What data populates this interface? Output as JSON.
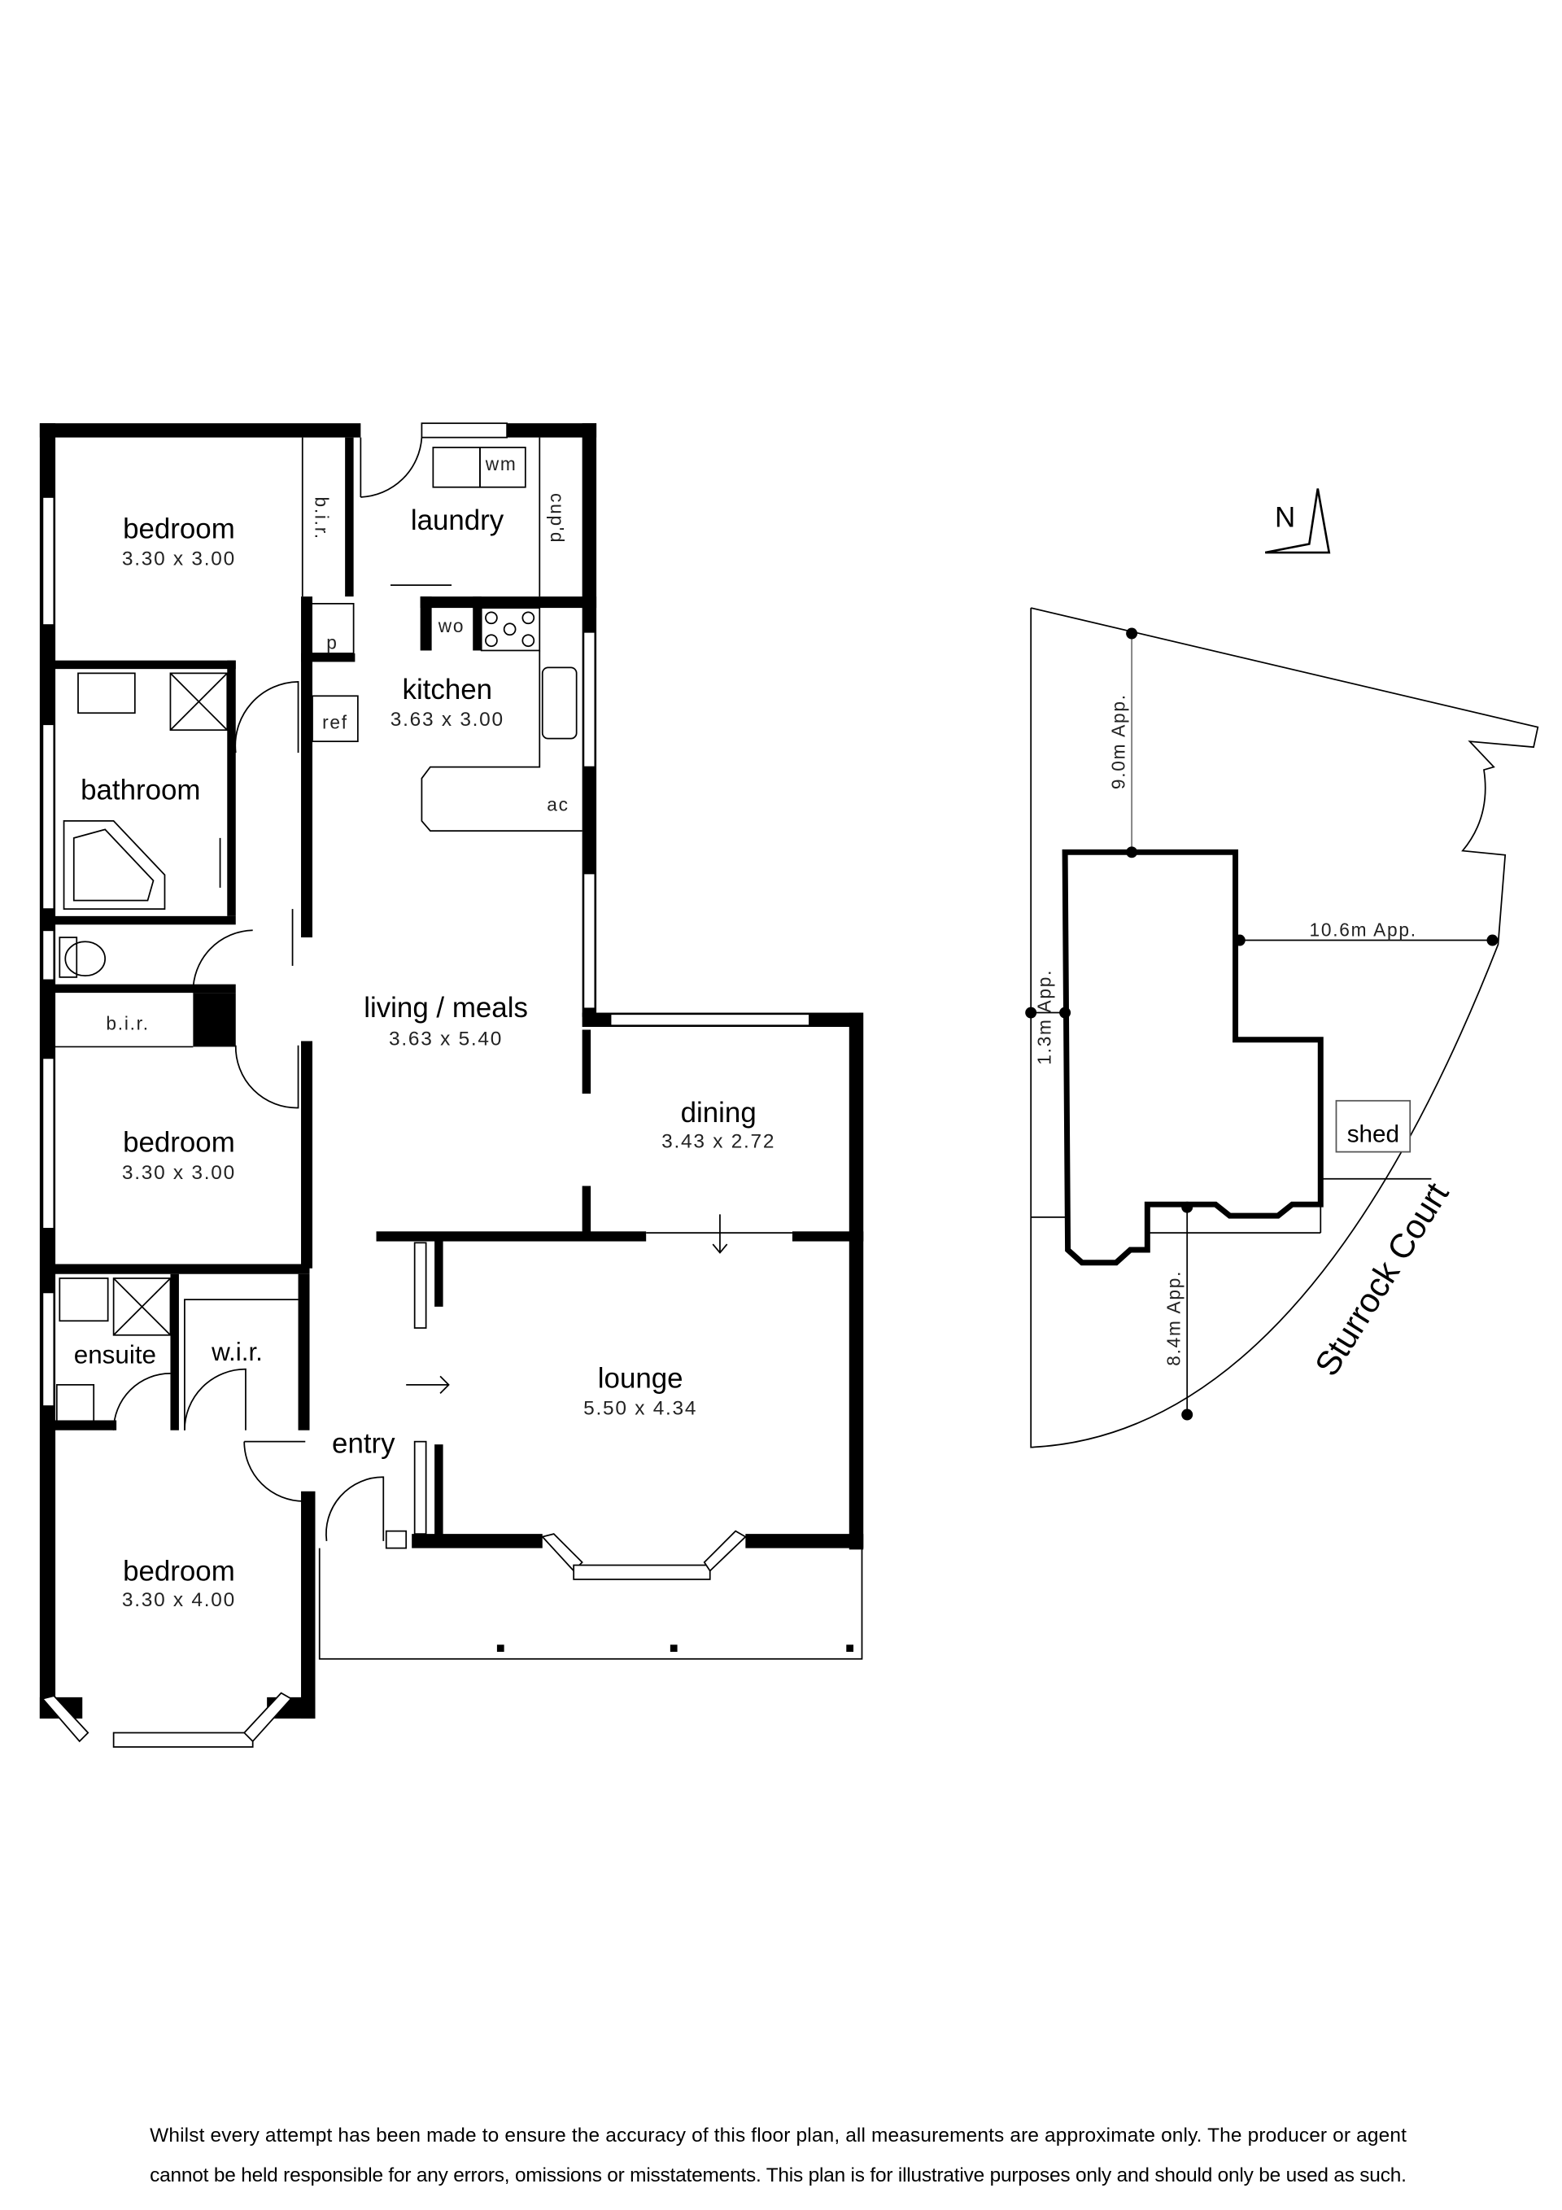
{
  "rooms": {
    "bedroom1": {
      "name": "bedroom",
      "size": "3.30  x  3.00"
    },
    "bir1": "b.i.r.",
    "laundry": "laundry",
    "cupd": "cup'd",
    "wm": "wm",
    "wo": "wo",
    "p": "p",
    "kitchen": {
      "name": "kitchen",
      "size": "3.63  x  3.00"
    },
    "ref": "ref",
    "ac": "ac",
    "bathroom": "bathroom",
    "living": {
      "name": "living / meals",
      "size": "3.63  x  5.40"
    },
    "bir2": "b.i.r.",
    "bedroom2": {
      "name": "bedroom",
      "size": "3.30  x  3.00"
    },
    "dining": {
      "name": "dining",
      "size": "3.43  x  2.72"
    },
    "ensuite": "ensuite",
    "wir": "w.i.r.",
    "lounge": {
      "name": "lounge",
      "size": "5.50  x  4.34"
    },
    "entry": "entry",
    "bedroom3": {
      "name": "bedroom",
      "size": "3.30  x  4.00"
    }
  },
  "site": {
    "north": "N",
    "dim_north": "9.0m  App.",
    "dim_east": "10.6m  App.",
    "dim_west": "1.3m  App.",
    "dim_south": "8.4m  App.",
    "shed": "shed",
    "street": "Sturrock  Court"
  },
  "footer": {
    "line1": "Whilst every attempt has been made to ensure the accuracy of this floor plan, all measurements are approximate only. The producer or agent",
    "line2": "cannot be held responsible for any errors, omissions or misstatements. This plan is for illustrative purposes only and should only be used as such."
  }
}
